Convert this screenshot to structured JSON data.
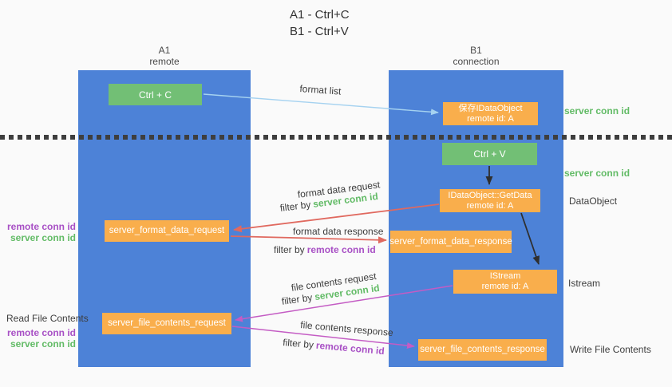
{
  "title": {
    "line1": "A1 - Ctrl+C",
    "line2": "B1 - Ctrl+V"
  },
  "lanes": [
    {
      "name": "A1",
      "role": "remote"
    },
    {
      "name": "B1",
      "role": "connection"
    }
  ],
  "nodes": {
    "ctrl_c": {
      "label": "Ctrl + C"
    },
    "save_idataobject": {
      "line1": "保存IDataObject",
      "line2": "remote id: A"
    },
    "ctrl_v": {
      "label": "Ctrl + V"
    },
    "getdata": {
      "line1": "IDataObject::GetData",
      "line2": "remote id: A"
    },
    "format_request": {
      "label": "server_format_data_request"
    },
    "format_response": {
      "label": "server_format_data_response"
    },
    "istream": {
      "line1": "IStream",
      "line2": "remote id: A"
    },
    "file_request": {
      "label": "server_file_contents_request"
    },
    "file_response": {
      "label": "server_file_contents_response"
    }
  },
  "arrow_labels": {
    "format_list": "format list",
    "format_data_request": "format data request",
    "format_data_response": "format data response",
    "file_contents_request": "file contents request",
    "file_contents_response": "file contents response",
    "filter_by": "filter by",
    "server_conn_id": "server conn id",
    "remote_conn_id": "remote conn id"
  },
  "side_labels": {
    "server_conn_id_top": "server conn id",
    "server_conn_id_mid": "server conn id",
    "dataobject": "DataObject",
    "istream": "Istream",
    "write_file_contents": "Write File Contents",
    "read_file_contents": "Read File Contents",
    "remote_conn_id": "remote conn id",
    "server_conn_id": "server conn id"
  },
  "colors": {
    "lane_blue": "#4d82d7",
    "node_green": "#72bf75",
    "node_orange": "#f9ae4c",
    "arrow_red": "#e0695f",
    "arrow_magenta": "#c45cc4",
    "arrow_light_blue": "#a5d2f0",
    "arrow_black": "#2f2f2f",
    "text_green": "#62bb66",
    "text_purple": "#a850c5",
    "text_dark": "#3d3d3d",
    "background": "#fafafa"
  }
}
